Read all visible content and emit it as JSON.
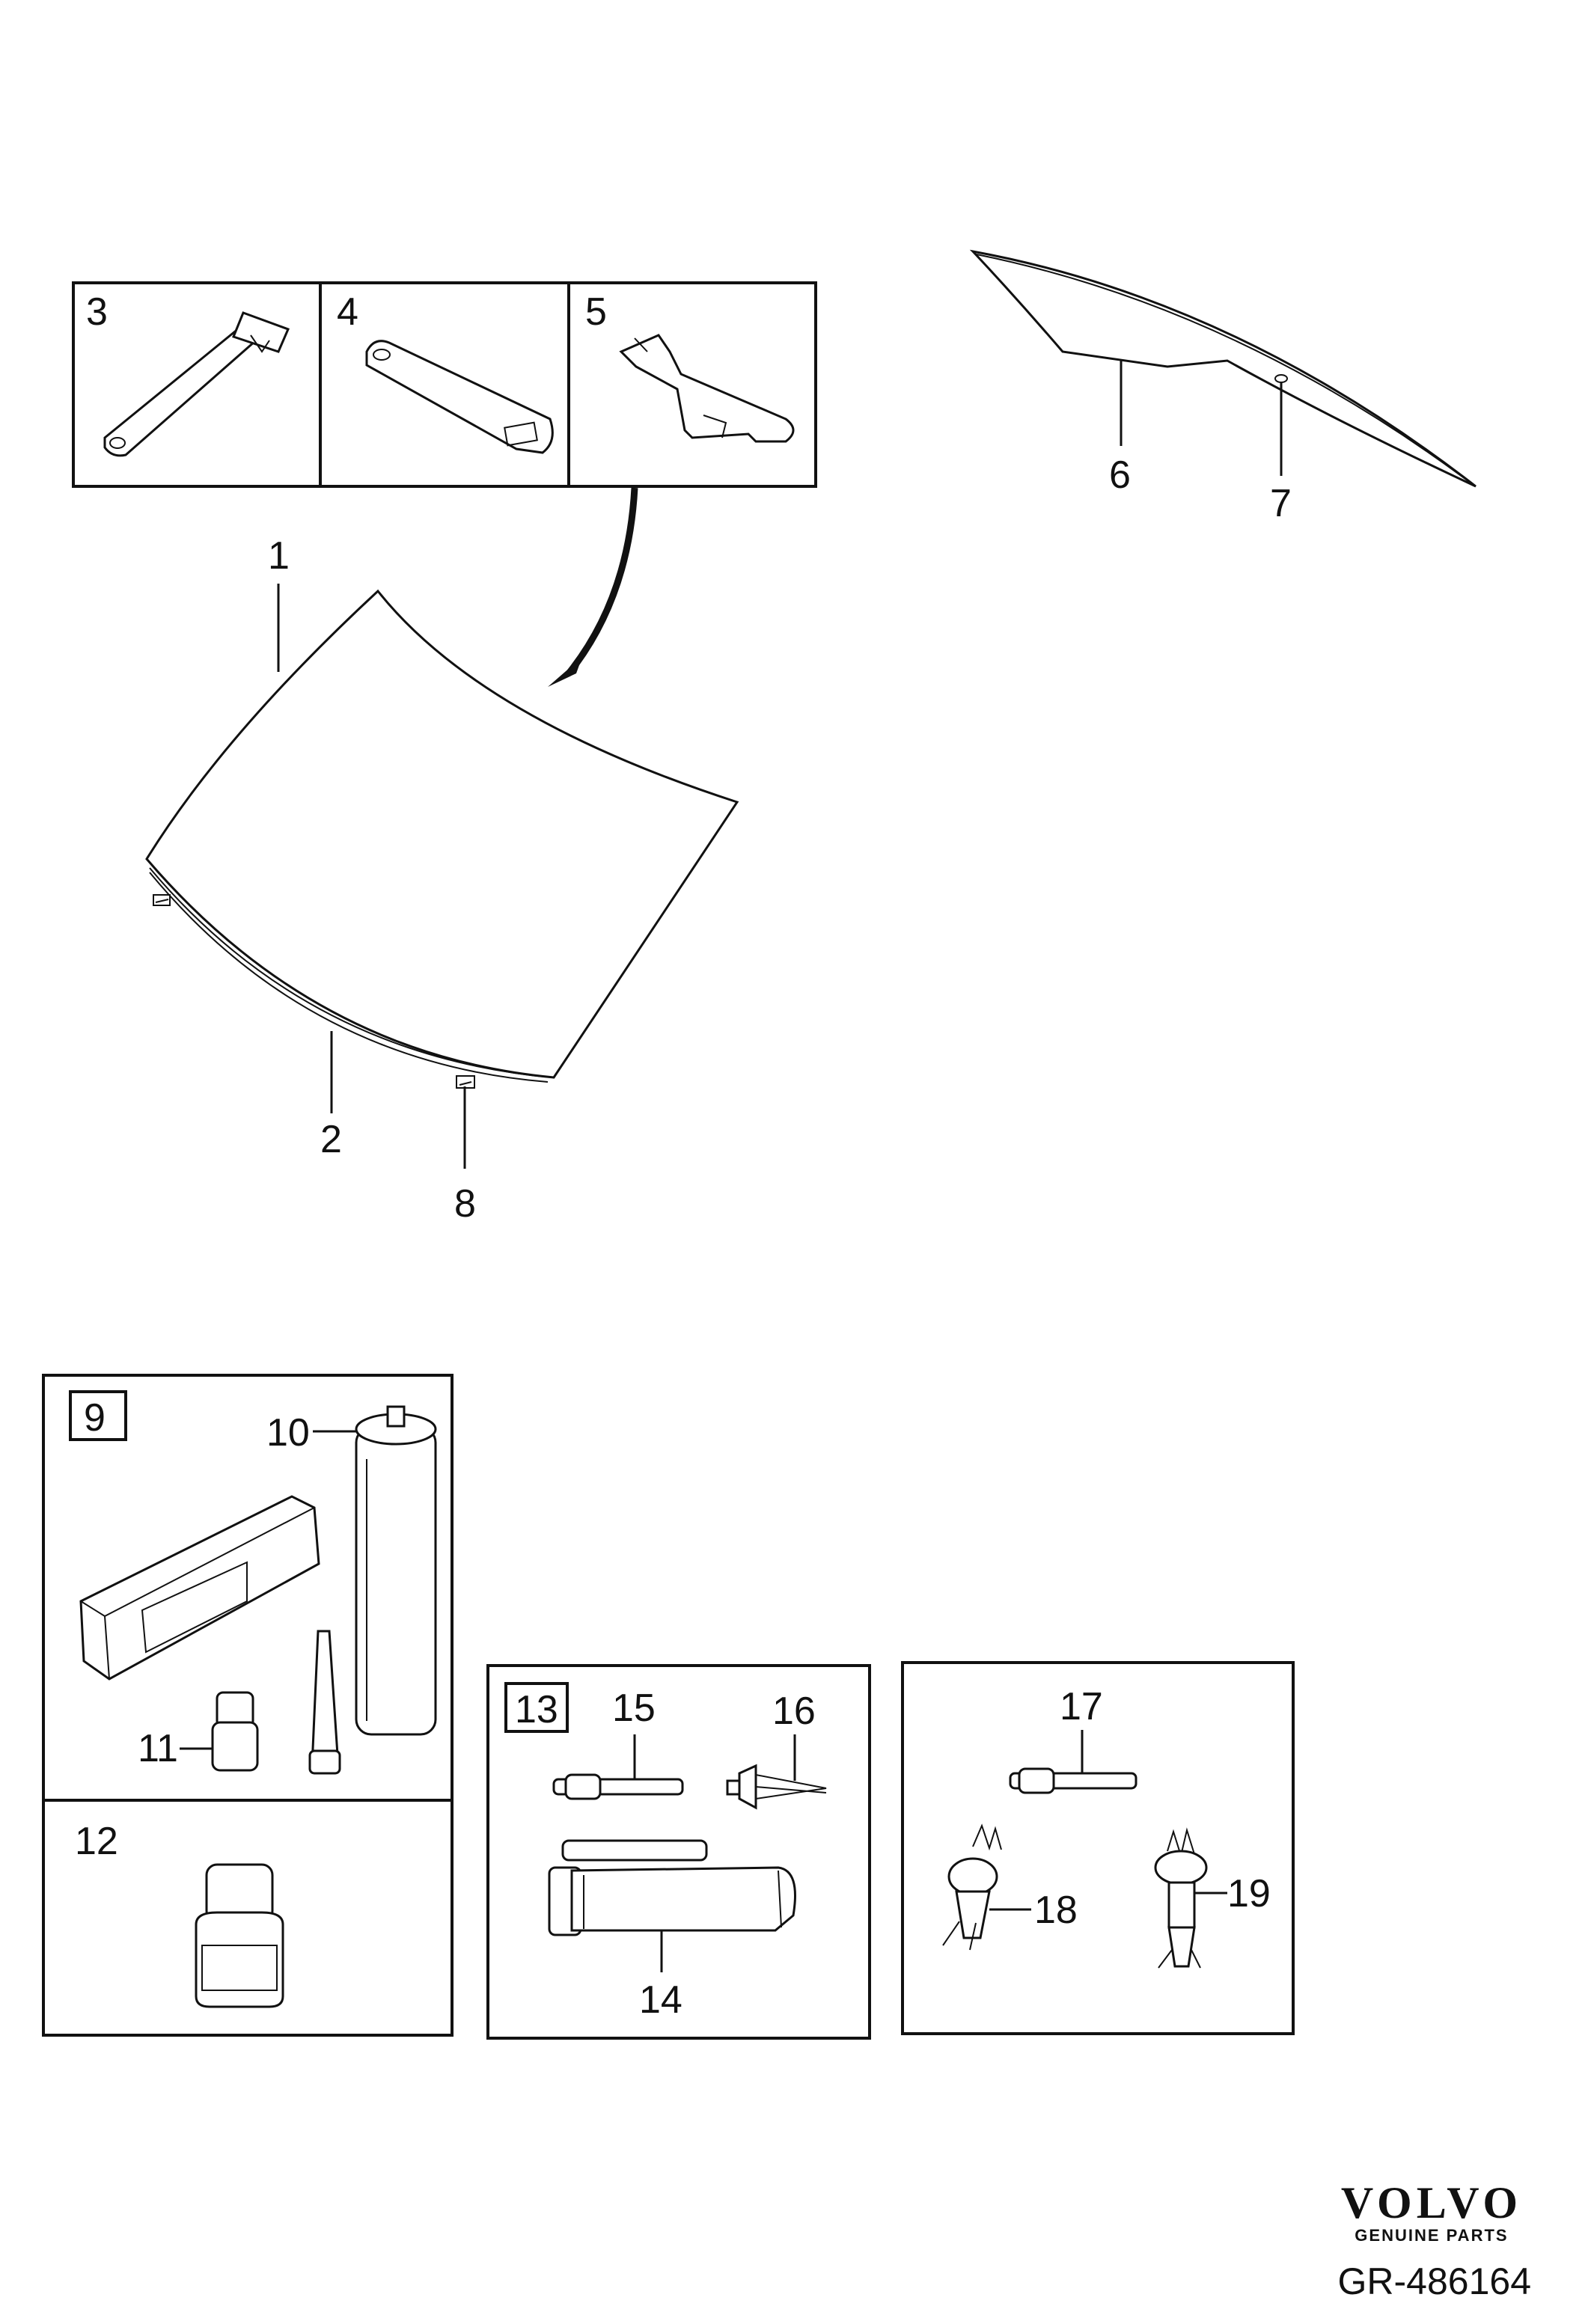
{
  "callouts": {
    "c1": "1",
    "c2": "2",
    "c3": "3",
    "c4": "4",
    "c5": "5",
    "c6": "6",
    "c7": "7",
    "c8": "8",
    "c9": "9",
    "c10": "10",
    "c11": "11",
    "c12": "12",
    "c13": "13",
    "c14": "14",
    "c15": "15",
    "c16": "16",
    "c17": "17",
    "c18": "18",
    "c19": "19"
  },
  "brand": {
    "name": "VOLVO",
    "tagline": "GENUINE PARTS"
  },
  "reference": "GR-486164"
}
